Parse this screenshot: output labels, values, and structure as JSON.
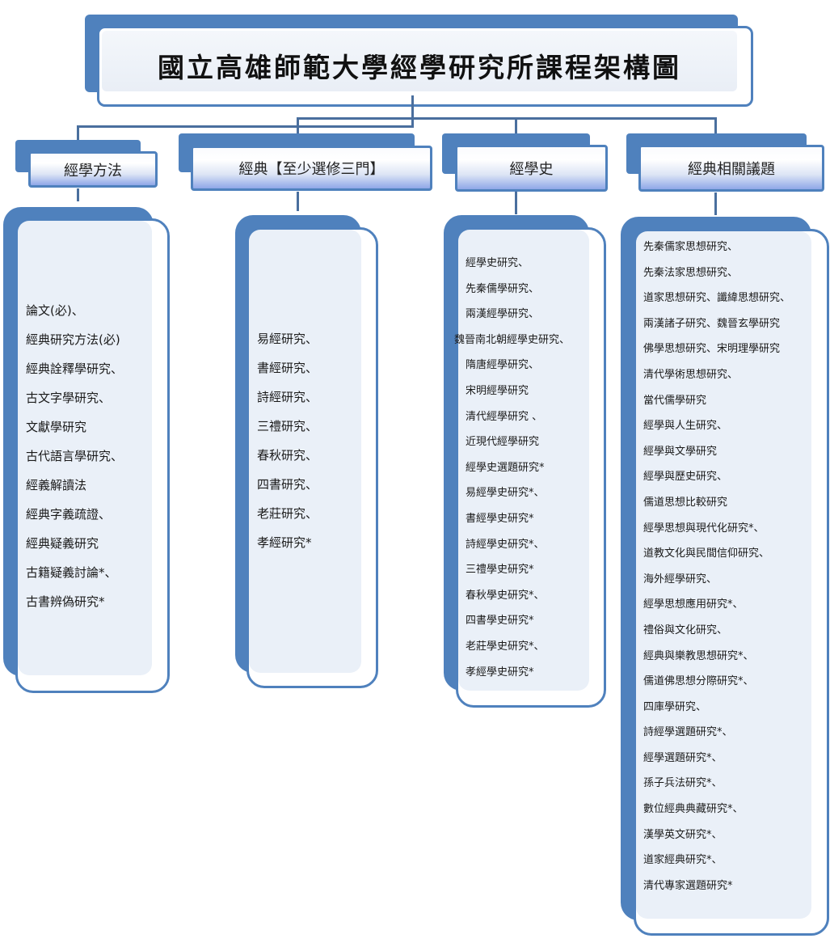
{
  "title": "國立高雄師範大學經學研究所課程架構圖",
  "colors": {
    "accent": "#4f81bd",
    "panel": "#eaf0f8",
    "connector": "#4a6f9e"
  },
  "columns": [
    {
      "header": "經學方法",
      "items": [
        "論文(必)、",
        "經典研究方法(必)",
        "經典詮釋學研究、",
        "古文字學研究、",
        "文獻學研究",
        "古代語言學研究、",
        "經義解讀法",
        "經典字義疏證、",
        "經典疑義研究",
        "古籍疑義討論*、",
        "古書辨偽研究*"
      ]
    },
    {
      "header": "經典【至少選修三門】",
      "items": [
        "易經研究、",
        "書經研究、",
        "詩經研究、",
        "三禮研究、",
        "春秋研究、",
        "四書研究、",
        "老莊研究、",
        "孝經研究*"
      ]
    },
    {
      "header": "經學史",
      "items": [
        "經學史研究、",
        "先秦儒學研究、",
        "兩漢經學研究、",
        "魏晉南北朝經學史研究、",
        "隋唐經學研究、",
        "宋明經學研究",
        "清代經學研究 、",
        "近現代經學研究",
        "經學史選題研究*",
        "易經學史研究*、",
        "書經學史研究*",
        "詩經學史研究*、",
        "三禮學史研究*",
        "春秋學史研究*、",
        "四書學史研究*",
        "老莊學史研究*、",
        "孝經學史研究*"
      ]
    },
    {
      "header": "經典相關議題",
      "items": [
        "先秦儒家思想研究、",
        "先秦法家思想研究、",
        "道家思想研究、讖緯思想研究、",
        "兩漢諸子研究、魏晉玄學研究",
        "佛學思想研究、宋明理學研究",
        "清代學術思想研究、",
        "當代儒學研究",
        "經學與人生研究、",
        "經學與文學研究",
        "經學與歷史研究、",
        "儒道思想比較研究",
        "經學思想與現代化研究*、",
        "道教文化與民間信仰研究、",
        "海外經學研究、",
        "經學思想應用研究*、",
        "禮俗與文化研究、",
        "經典與樂教思想研究*、",
        "儒道佛思想分際研究*、",
        "四庫學研究、",
        "詩經學選題研究*、",
        "經學選題研究*、",
        "孫子兵法研究*、",
        "數位經典典藏研究*、",
        "漢學英文研究*、",
        "道家經典研究*、",
        "清代專家選題研究*"
      ]
    }
  ]
}
